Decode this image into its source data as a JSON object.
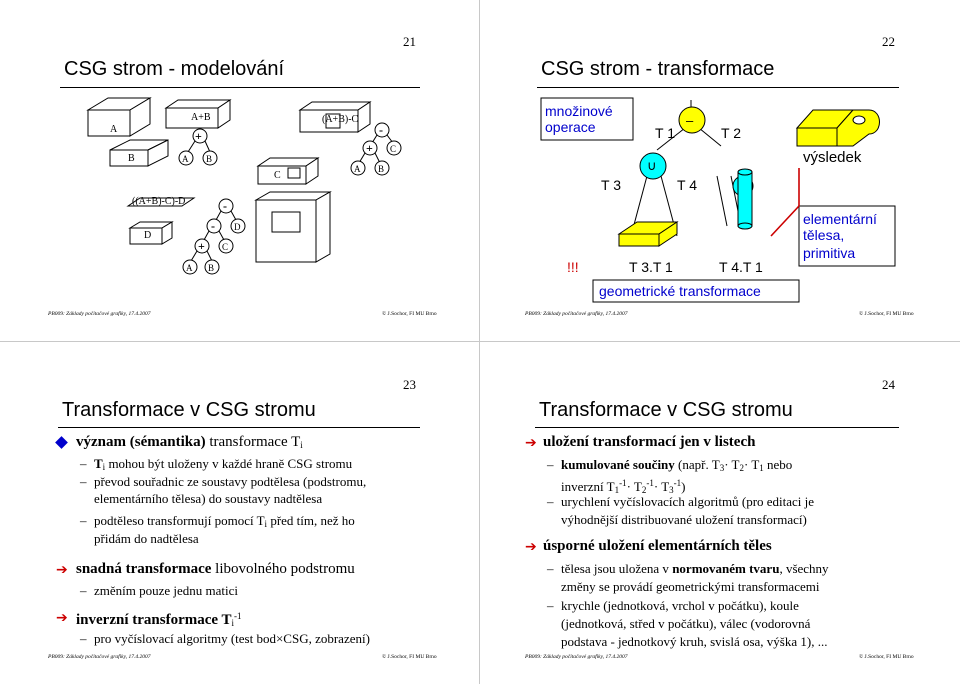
{
  "s21": {
    "number": "21",
    "title": "CSG strom - modelování",
    "labels": {
      "a": "A",
      "b": "B",
      "c": "C",
      "d": "D",
      "ab": "A+B",
      "abc": "(A+B)-C",
      "abcd": "((A+B)-C)-D",
      "plus": "+",
      "minus": "-"
    },
    "footer_left": "PB009: Základy počítačové grafiky, 17.4.2007",
    "footer_right": "© J.Sochor, FI MU Brno"
  },
  "s22": {
    "number": "22",
    "title": "CSG strom - transformace",
    "mnoz1": "množinové",
    "mnoz2": "operace",
    "t1": "T 1",
    "t2": "T 2",
    "t3": "T 3",
    "t4": "T 4",
    "minus": "–",
    "union": "∪",
    "vysledek": "výsledek",
    "el1": "elementární",
    "el2": "tělesa,",
    "el3": "primitiva",
    "excl": "!!!",
    "t31": "T 3.T 1",
    "t41": "T 4.T 1",
    "geom": "geometrické transformace",
    "footer_left": "PB009: Základy počítačové grafiky, 17.4.2007",
    "footer_right": "© J.Sochor, FI MU Brno"
  },
  "s23": {
    "number": "23",
    "title": "Transformace v CSG stromu",
    "l1a": "význam (sémantika)",
    "l1b": " transformace T",
    "l1sub": "i",
    "l2a": "T",
    "l2sub": "i",
    "l2b": " mohou být uloženy v každé hraně CSG stromu",
    "l3": "převod souřadnic ze soustavy podtělesa (podstromu,",
    "l4": "elementárního tělesa) do soustavy nadtělesa",
    "l5a": "podtěleso transformují pomocí T",
    "l5sub": "i",
    "l5b": " před tím, než ho",
    "l6": "přidám do nadtělesa",
    "l7a": "snadná transformace",
    "l7b": " libovolného podstromu",
    "l8": "změním pouze jednu matici",
    "l9": "inverzní transformace T",
    "l9sub": "i",
    "l9sup": "-1",
    "l10": "pro vyčíslovací algoritmy (test bod×CSG, zobrazení)",
    "footer_left": "PB009: Základy počítačové grafiky, 17.4.2007",
    "footer_right": "© J.Sochor, FI MU Brno"
  },
  "s24": {
    "number": "24",
    "title": "Transformace v CSG stromu",
    "l1": "uložení transformací jen v listech",
    "l2a": "kumulované součiny",
    "l2b": " (např. T",
    "l2c": "3",
    "l2d": "· T",
    "l2e": "2",
    "l2f": "· T",
    "l2g": "1",
    "l2h": " nebo",
    "l3a": "inverzní T",
    "l3b": "1",
    "l3c": "-1",
    "l3d": "· T",
    "l3e": "2",
    "l3f": "-1",
    "l3g": "· T",
    "l3h": "3",
    "l3i": "-1",
    "l3j": ")",
    "l4": "urychlení vyčíslovacích algoritmů (pro editaci je",
    "l5": "výhodnější distribuované uložení transformací)",
    "l6": "úsporné uložení elementárních těles",
    "l7a": "tělesa jsou uložena v ",
    "l7b": "normovaném tvaru",
    "l7c": ", všechny",
    "l8": "změny se provádí geometrickými transformacemi",
    "l9": "krychle (jednotková, vrchol v počátku), koule",
    "l10": "(jednotková, střed v počátku), válec (vodorovná",
    "l11": "podstava - jednotkový kruh, svislá osa, výška 1), ...",
    "footer_left": "PB009: Základy počítačové grafiky, 17.4.2007",
    "footer_right": "© J.Sochor, FI MU Brno"
  },
  "colors": {
    "accent_blue": "#0000cc",
    "red_arrow": "#cc0000",
    "cyan": "#00ffff",
    "yellow": "#ffff00",
    "box_bg": "#ffffff"
  }
}
